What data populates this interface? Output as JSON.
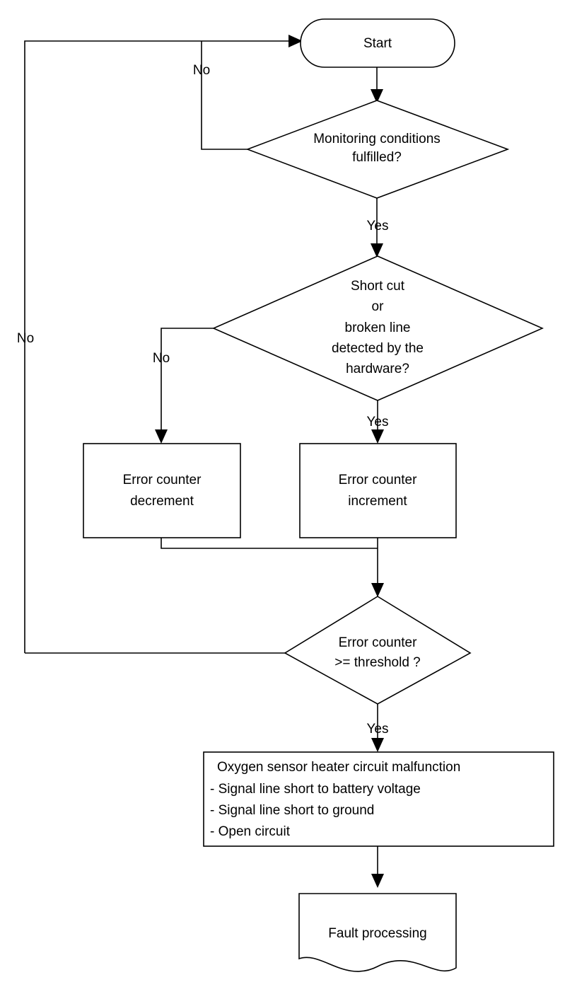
{
  "diagram": {
    "type": "flowchart",
    "title": "Oxygen sensor heater circuit malfunction monitoring flowchart",
    "colors": {
      "background": "#ffffff",
      "stroke": "#000000",
      "text": "#000000"
    },
    "nodes": {
      "start": {
        "shape": "terminator",
        "label": "Start"
      },
      "monitoring_conditions": {
        "shape": "decision",
        "line1": "Monitoring  conditions",
        "line2": "fulfilled?"
      },
      "hardware_detect": {
        "shape": "decision",
        "line1": "Short cut",
        "line2": "or",
        "line3": "broken line",
        "line4": "detected by the",
        "line5": "hardware?"
      },
      "counter_decrement": {
        "shape": "process",
        "line1": "Error counter",
        "line2": "decrement"
      },
      "counter_increment": {
        "shape": "process",
        "line1": "Error counter",
        "line2": "increment"
      },
      "threshold_check": {
        "shape": "decision",
        "line1": "Error counter",
        "line2": ">= threshold ?"
      },
      "malfunction": {
        "shape": "process",
        "line1": "Oxygen sensor heater circuit malfunction",
        "line2": "- Signal line short to battery voltage",
        "line3": "- Signal line short to ground",
        "line4": "- Open circuit"
      },
      "fault_processing": {
        "shape": "document",
        "label": "Fault processing"
      }
    },
    "edge_labels": {
      "monitoring_no": "No",
      "monitoring_yes": "Yes",
      "hardware_no": "No",
      "hardware_yes": "Yes",
      "threshold_no": "No",
      "threshold_yes": "Yes"
    }
  }
}
